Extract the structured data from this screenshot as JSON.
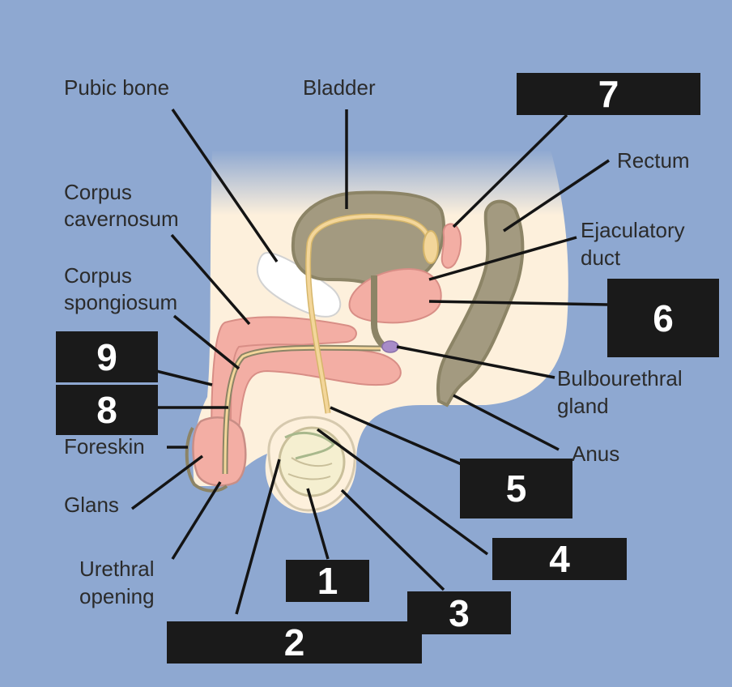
{
  "labels": {
    "pubic_bone": "Pubic bone",
    "bladder": "Bladder",
    "rectum": "Rectum",
    "ejaculatory_duct_1": "Ejaculatory",
    "ejaculatory_duct_2": "duct",
    "corpus_cavernosum_1": "Corpus",
    "corpus_cavernosum_2": "cavernosum",
    "corpus_spongiosum_1": "Corpus",
    "corpus_spongiosum_2": "spongiosum",
    "bulbourethral_1": "Bulbourethral",
    "bulbourethral_2": "gland",
    "anus": "Anus",
    "foreskin": "Foreskin",
    "glans": "Glans",
    "urethral_opening_1": "Urethral",
    "urethral_opening_2": "opening"
  },
  "boxes": {
    "b1": "1",
    "b2": "2",
    "b3": "3",
    "b4": "4",
    "b5": "5",
    "b6": "6",
    "b7": "7",
    "b8": "8",
    "b9": "9"
  }
}
